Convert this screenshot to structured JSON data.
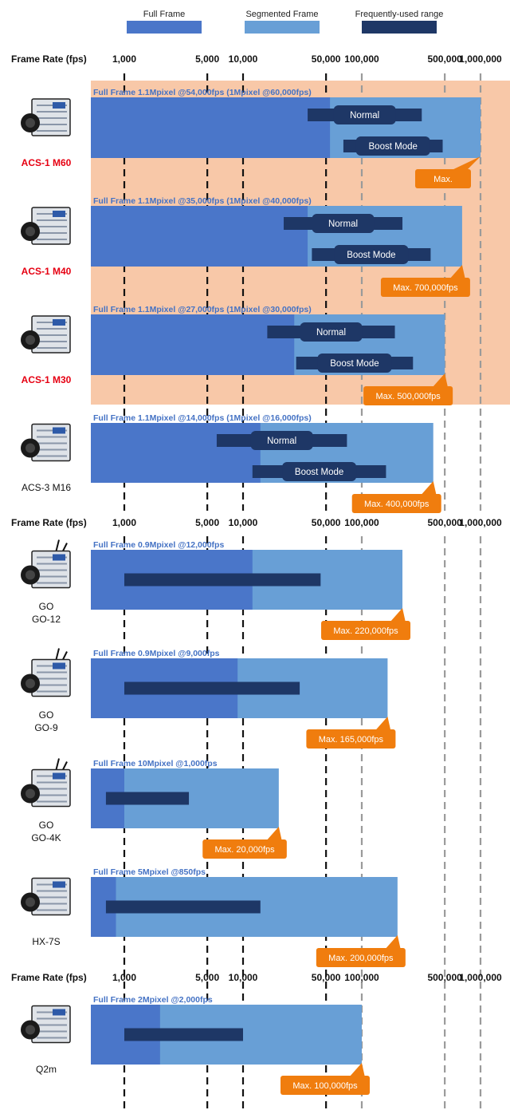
{
  "chart_data": {
    "type": "bar",
    "colors": {
      "full_frame": "#4a76c9",
      "segmented_frame": "#689fd6",
      "frequently_used": "#1e3766",
      "highlight_background": "#f8c8a8",
      "max_callout": "#f07d0e",
      "red_label": "#e60012",
      "gridline_black": "#111111",
      "gridline_gray": "#9a9a9a"
    },
    "legend": [
      {
        "key": "full_frame",
        "label": "Full Frame"
      },
      {
        "key": "segmented_frame",
        "label": "Segmented Frame"
      },
      {
        "key": "frequently_used",
        "label": "Frequently-used range"
      }
    ],
    "axis": {
      "label": "Frame Rate (fps)",
      "scale": "log",
      "ticks": [
        {
          "value": 1000,
          "label": "1,000"
        },
        {
          "value": 5000,
          "label": "5,000"
        },
        {
          "value": 10000,
          "label": "10,000"
        },
        {
          "value": 50000,
          "label": "50,000"
        },
        {
          "value": 100000,
          "label": "100,000"
        },
        {
          "value": 500000,
          "label": "500,000"
        },
        {
          "value": 1000000,
          "label": "1,000,000"
        }
      ]
    },
    "cameras": [
      {
        "name": "ACS-1 M60",
        "highlight": true,
        "title": "Full Frame 1.1Mpixel @54,000fps (1Mpixel @60,000fps)",
        "full_frame_max": 54000,
        "max_fps": 1000000,
        "max_label": "Max.",
        "ranges": [
          {
            "label": "Normal",
            "min": 35000,
            "max": 320000
          },
          {
            "label": "Boost Mode",
            "min": 70000,
            "max": 480000
          }
        ]
      },
      {
        "name": "ACS-1 M40",
        "highlight": true,
        "title": "Full Frame 1.1Mpixel @35,000fps (1Mpixel @40,000fps)",
        "full_frame_max": 35000,
        "max_fps": 700000,
        "max_label": "Max. 700,000fps",
        "ranges": [
          {
            "label": "Normal",
            "min": 22000,
            "max": 220000
          },
          {
            "label": "Boost Mode",
            "min": 38000,
            "max": 380000
          }
        ]
      },
      {
        "name": "ACS-1 M30",
        "highlight": true,
        "title": "Full Frame 1.1Mpixel @27,000fps (1Mpixel @30,000fps)",
        "full_frame_max": 27000,
        "max_fps": 500000,
        "max_label": "Max. 500,000fps",
        "ranges": [
          {
            "label": "Normal",
            "min": 16000,
            "max": 190000
          },
          {
            "label": "Boost Mode",
            "min": 28000,
            "max": 270000
          }
        ]
      },
      {
        "name": "ACS-3 M16",
        "highlight": false,
        "title": "Full Frame 1.1Mpixel @14,000fps (1Mpixel @16,000fps)",
        "full_frame_max": 14000,
        "max_fps": 400000,
        "max_label": "Max. 400,000fps",
        "ranges": [
          {
            "label": "Normal",
            "min": 6000,
            "max": 75000
          },
          {
            "label": "Boost Mode",
            "min": 12000,
            "max": 160000
          }
        ]
      },
      {
        "name": "GO\nGO-12",
        "highlight": false,
        "axis_before": true,
        "title": "Full Frame 0.9Mpixel @12,000fps",
        "full_frame_max": 12000,
        "max_fps": 220000,
        "max_label": "Max. 220,000fps",
        "ranges": [
          {
            "label": "",
            "min": 1000,
            "max": 45000
          }
        ]
      },
      {
        "name": "GO\nGO-9",
        "highlight": false,
        "title": "Full Frame 0.9Mpixel @9,000fps",
        "full_frame_max": 9000,
        "max_fps": 165000,
        "max_label": "Max. 165,000fps",
        "ranges": [
          {
            "label": "",
            "min": 1000,
            "max": 30000
          }
        ]
      },
      {
        "name": "GO\nGO-4K",
        "highlight": false,
        "title": "Full Frame 10Mpixel @1,000fps",
        "full_frame_max": 1000,
        "max_fps": 20000,
        "max_label": "Max. 20,000fps",
        "ranges": [
          {
            "label": "",
            "min": 700,
            "max": 3500
          }
        ]
      },
      {
        "name": "HX-7S",
        "highlight": false,
        "title": "Full Frame 5Mpixel @850fps",
        "full_frame_max": 850,
        "max_fps": 200000,
        "max_label": "Max. 200,000fps",
        "ranges": [
          {
            "label": "",
            "min": 700,
            "max": 14000
          }
        ]
      },
      {
        "name": "Q2m",
        "highlight": false,
        "axis_before": true,
        "title": "Full Frame 2Mpixel @2,000fps",
        "full_frame_max": 2000,
        "max_fps": 100000,
        "max_label": "Max. 100,000fps",
        "ranges": [
          {
            "label": "",
            "min": 1000,
            "max": 10000
          }
        ]
      }
    ]
  }
}
